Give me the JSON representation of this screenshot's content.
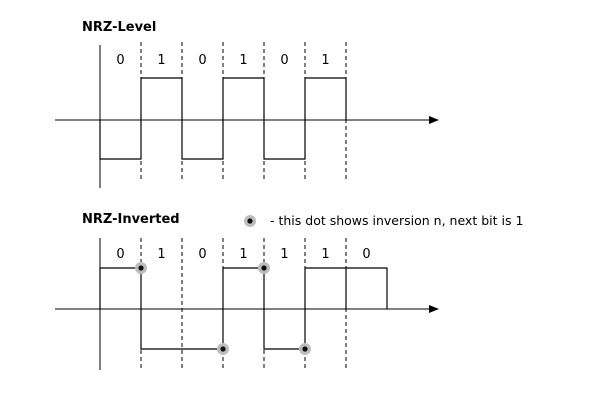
{
  "nrz_level": {
    "title": "NRZ-Level",
    "bits": [
      "0",
      "1",
      "0",
      "1",
      "0",
      "1"
    ]
  },
  "nrz_inverted": {
    "title": "NRZ-Inverted",
    "legend_text": "- this dot shows inversion  n, next bit is 1",
    "bits": [
      "0",
      "1",
      "0",
      "1",
      "1",
      "1",
      "0"
    ],
    "levels": [
      "high",
      "low",
      "low",
      "high",
      "low",
      "high",
      "high"
    ]
  },
  "colors": {
    "line": "#000000",
    "background": "#ffffff",
    "dot_fill": "#111111",
    "dot_halo": "#bdbdbd"
  }
}
